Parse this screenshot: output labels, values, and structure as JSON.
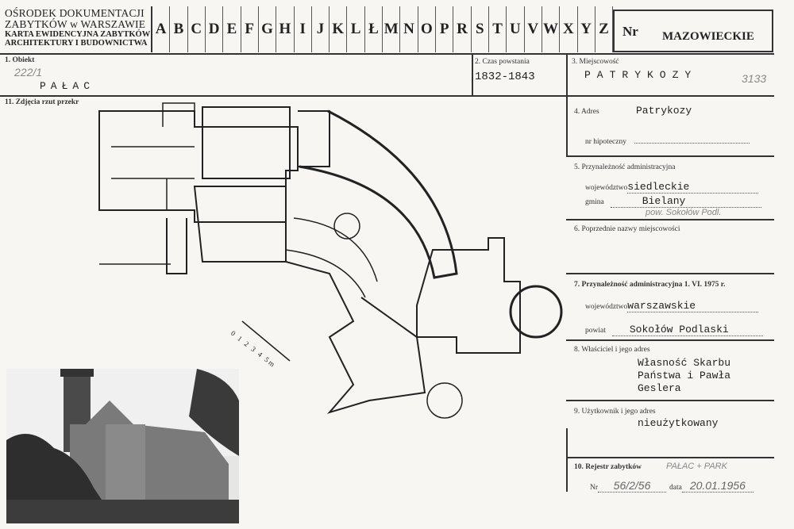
{
  "header": {
    "org_line1": "OŚRODEK DOKUMENTACJI",
    "org_line2": "ZABYTKÓW w WARSZAWIE",
    "card_line1": "KARTA EWIDENCYJNA ZABYTKÓW",
    "card_line2": "ARCHITEKTURY I BUDOWNICTWA",
    "letters": [
      "A",
      "B",
      "C",
      "D",
      "E",
      "F",
      "G",
      "H",
      "I",
      "J",
      "K",
      "L",
      "Ł",
      "M",
      "N",
      "O",
      "P",
      "R",
      "S",
      "T",
      "U",
      "V",
      "W",
      "X",
      "Y",
      "Z"
    ],
    "nr_label": "Nr",
    "region": "MAZOWIECKIE"
  },
  "fields": {
    "object": {
      "label": "1. Obiekt",
      "note": "222/1",
      "value": "PAŁAC"
    },
    "date": {
      "label": "2. Czas powstania",
      "value": "1832-1843"
    },
    "place": {
      "label": "3. Miejscowość",
      "value": "PATRYKOZY",
      "note": "3133"
    },
    "address": {
      "label": "4. Adres",
      "value": "Patrykozy",
      "mortgage_label": "nr hipoteczny"
    },
    "admin": {
      "label": "5. Przynależność administracyjna",
      "voiv_label": "województwo",
      "voiv": "siedleckie",
      "gmina_label": "gmina",
      "gmina": "Bielany",
      "gmina_note": "pow. Sokołów Podl."
    },
    "previous": {
      "label": "6. Poprzednie nazwy miejscowości"
    },
    "admin1975": {
      "label": "7. Przynależność administracyjna 1. VI. 1975 r.",
      "voiv_label": "województwo",
      "voiv": "warszawskie",
      "powiat_label": "powiat",
      "powiat": "Sokołów Podlaski"
    },
    "owner": {
      "label": "8. Właściciel i jego adres",
      "lines": [
        "Własność Skarbu",
        "Państwa i Pawła",
        "Geslera"
      ]
    },
    "user": {
      "label": "9. Użytkownik i jego adres",
      "value": "nieużytkowany"
    },
    "register": {
      "label": "10. Rejestr zabytków",
      "note": "PAŁAC + PARK",
      "nr_label": "Nr",
      "nr": "56/2/56",
      "date_label": "data",
      "date": "20.01.1956"
    },
    "photos": {
      "label": "11. Zdjęcia rzut przekr"
    }
  },
  "plan": {
    "scale_label": "0 1 2 3 4 5m"
  }
}
